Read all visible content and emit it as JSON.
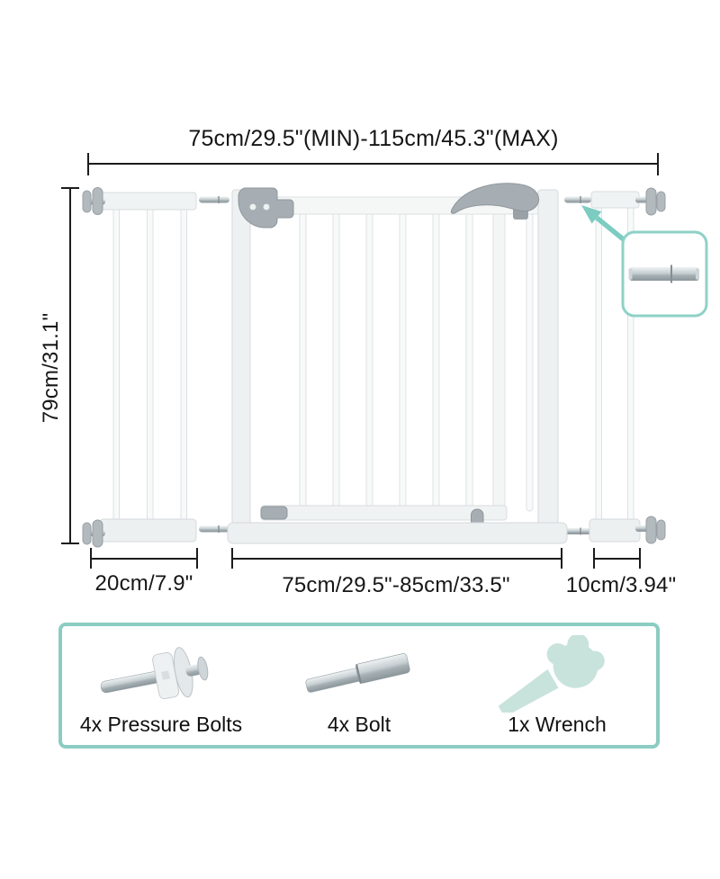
{
  "diagram": {
    "title": "safety-gate-dimensions",
    "dimensions": {
      "top_width": "75cm/29.5\"(MIN)-115cm/45.3\"(MAX)",
      "left_height": "79cm/31.1\"",
      "bottom_left_width": "20cm/7.9\"",
      "bottom_center_width": "75cm/29.5\"-85cm/33.5\"",
      "bottom_right_width": "10cm/3.94\""
    },
    "graphics": [
      "pressure-bolt-knob-icon",
      "hinge-icon",
      "latch-handle-icon",
      "bolt-connector-icon",
      "bolt-detail-callout-icon",
      "callout-arrow-icon"
    ]
  },
  "accessories": {
    "items": [
      {
        "label": "4x Pressure Bolts",
        "icon": "pressure-bolts-icon"
      },
      {
        "label": "4x Bolt",
        "icon": "bolt-icon"
      },
      {
        "label": "1x Wrench",
        "icon": "wrench-icon"
      }
    ]
  },
  "colors": {
    "accent_teal": "#84cdc3",
    "callout_border": "#8ed1c7",
    "hardware_gray": "#a7aeb3",
    "gate_light": "#f0f3f3",
    "line_black": "#1c1c1c"
  }
}
